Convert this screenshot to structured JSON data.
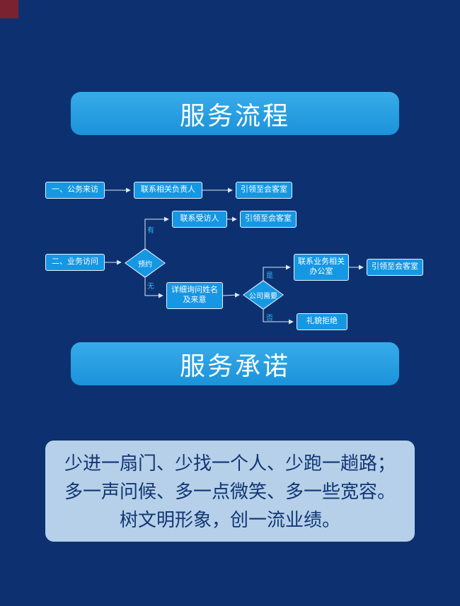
{
  "theme": {
    "background": "#0d3170",
    "header_blue": "#219fe3",
    "node_blue": "#1697e3",
    "node_border": "#e9f3fb",
    "connector": "#dfe9f4",
    "edge_label_color": "#35b6f2",
    "promise_bg": "#b5d0e8",
    "promise_text": "#123575"
  },
  "headers": {
    "process": "服务流程",
    "promise": "服务承诺"
  },
  "flowchart": {
    "nodes": {
      "official_visit": "一、公务来访",
      "contact_person_in_charge": "联系相关负责人",
      "lead_to_meeting_room_1": "引领至会客室",
      "contact_interviewee": "联系受访人",
      "lead_to_meeting_room_2": "引领至会客室",
      "business_visit": "二、业务访问",
      "appointment": "预约",
      "ask_name_and_purpose": "详细询问姓名及来意",
      "company_need": "公司需要",
      "contact_business_office": "联系业务相关办公室",
      "lead_to_meeting_room_3": "引领至会客室",
      "polite_refuse": "礼貌拒绝"
    },
    "edge_labels": {
      "have": "有",
      "none": "无",
      "yes": "是",
      "no": "否"
    }
  },
  "promise": {
    "lines": [
      "少进一扇门、少找一个人、少跑一趟路；",
      "多一声问候、多一点微笑、多一些宽容。",
      "树文明形象，创一流业绩。"
    ]
  }
}
